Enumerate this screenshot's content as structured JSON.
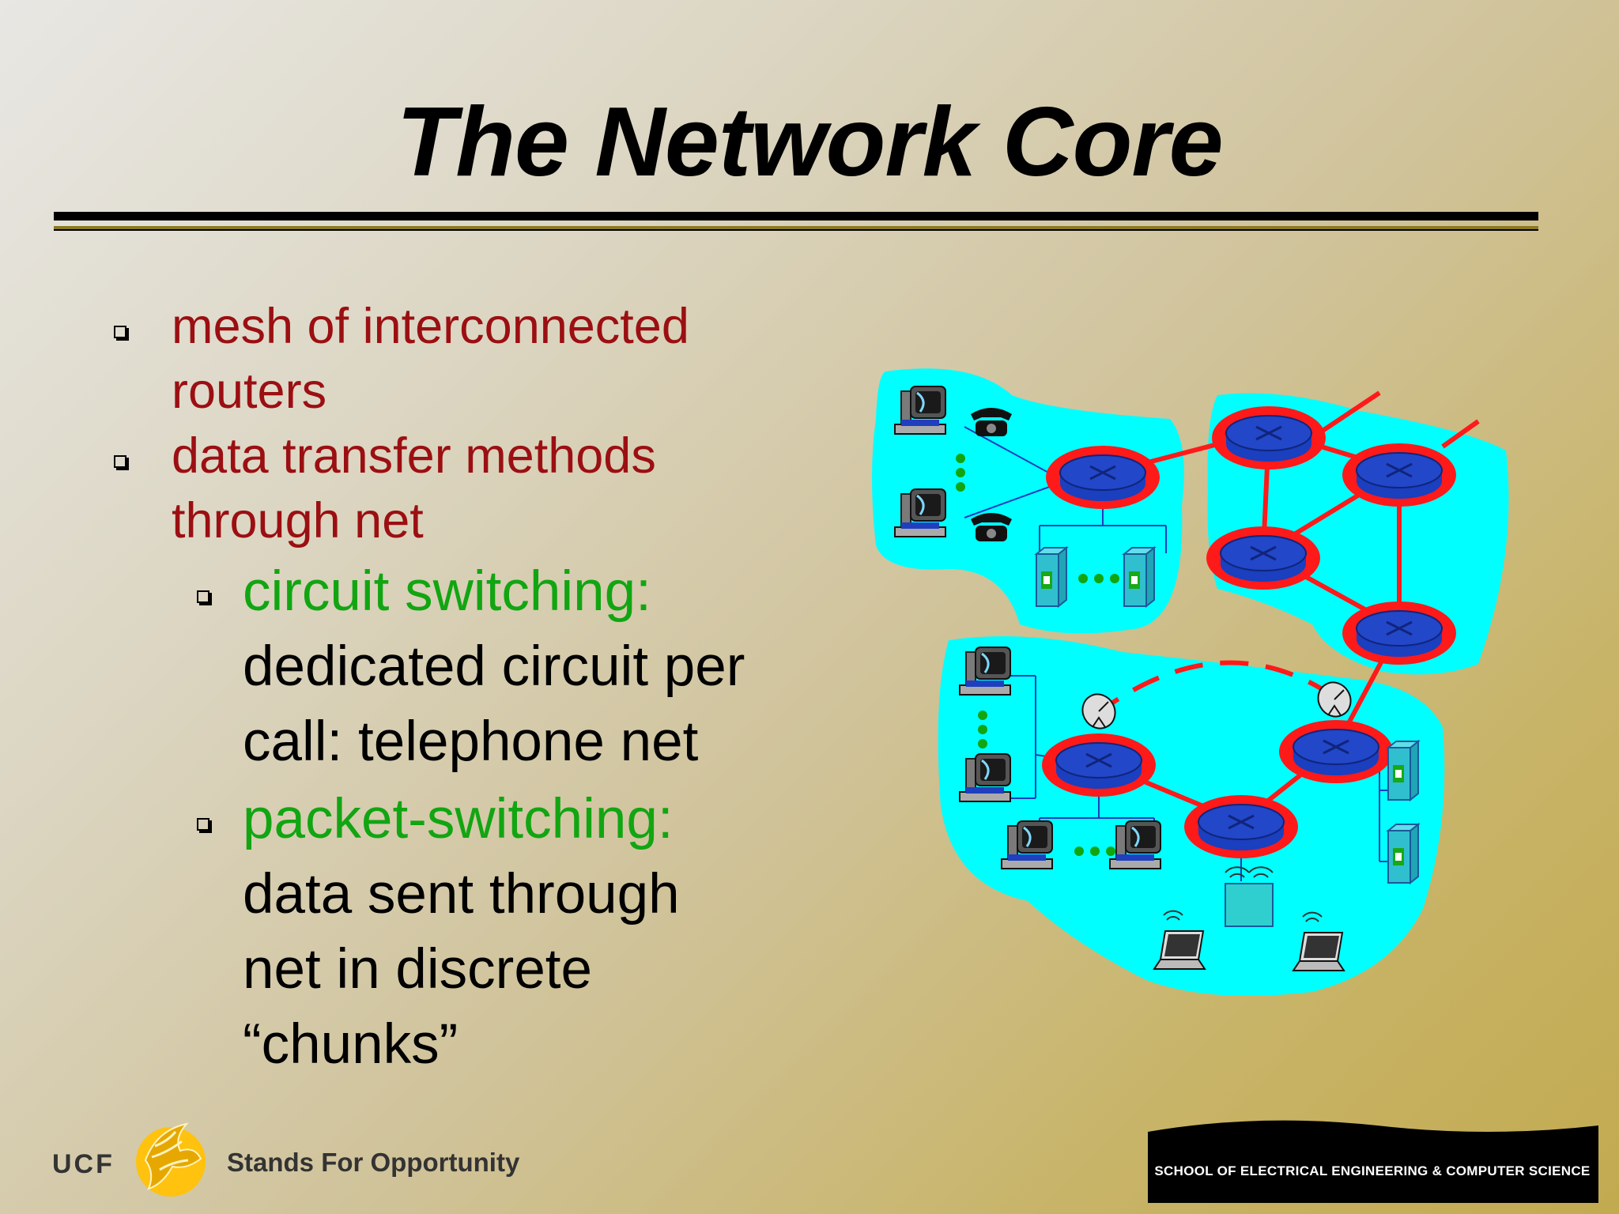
{
  "slide": {
    "title": "The Network Core",
    "bullets": [
      {
        "lines": [
          "mesh of interconnected",
          "routers"
        ]
      },
      {
        "lines": [
          "data transfer methods",
          "through net"
        ]
      }
    ],
    "sub_bullets": [
      {
        "term": "circuit switching:",
        "lines": [
          "dedicated circuit per",
          "call: telephone net"
        ]
      },
      {
        "term": "packet-switching:",
        "lines": [
          "data sent through",
          "net in discrete",
          "“chunks”"
        ]
      }
    ]
  },
  "footer": {
    "ucf": "UCF",
    "slogan": "Stands For Opportunity",
    "school": "SCHOOL OF ELECTRICAL ENGINEERING & COMPUTER SCIENCE"
  },
  "colors": {
    "bullet_red": "#9b0f12",
    "term_green": "#12a512",
    "network_cyan": "#00ffff",
    "router_red": "#ff1a1a",
    "router_blue": "#1a3fbf",
    "gold_accent": "#ffc20e"
  },
  "icons": [
    "square-bullet-icon",
    "pegasus-logo-icon",
    "router-icon",
    "desktop-computer-icon",
    "telephone-icon",
    "server-icon",
    "satellite-dish-icon",
    "laptop-icon",
    "wireless-access-point-icon"
  ]
}
